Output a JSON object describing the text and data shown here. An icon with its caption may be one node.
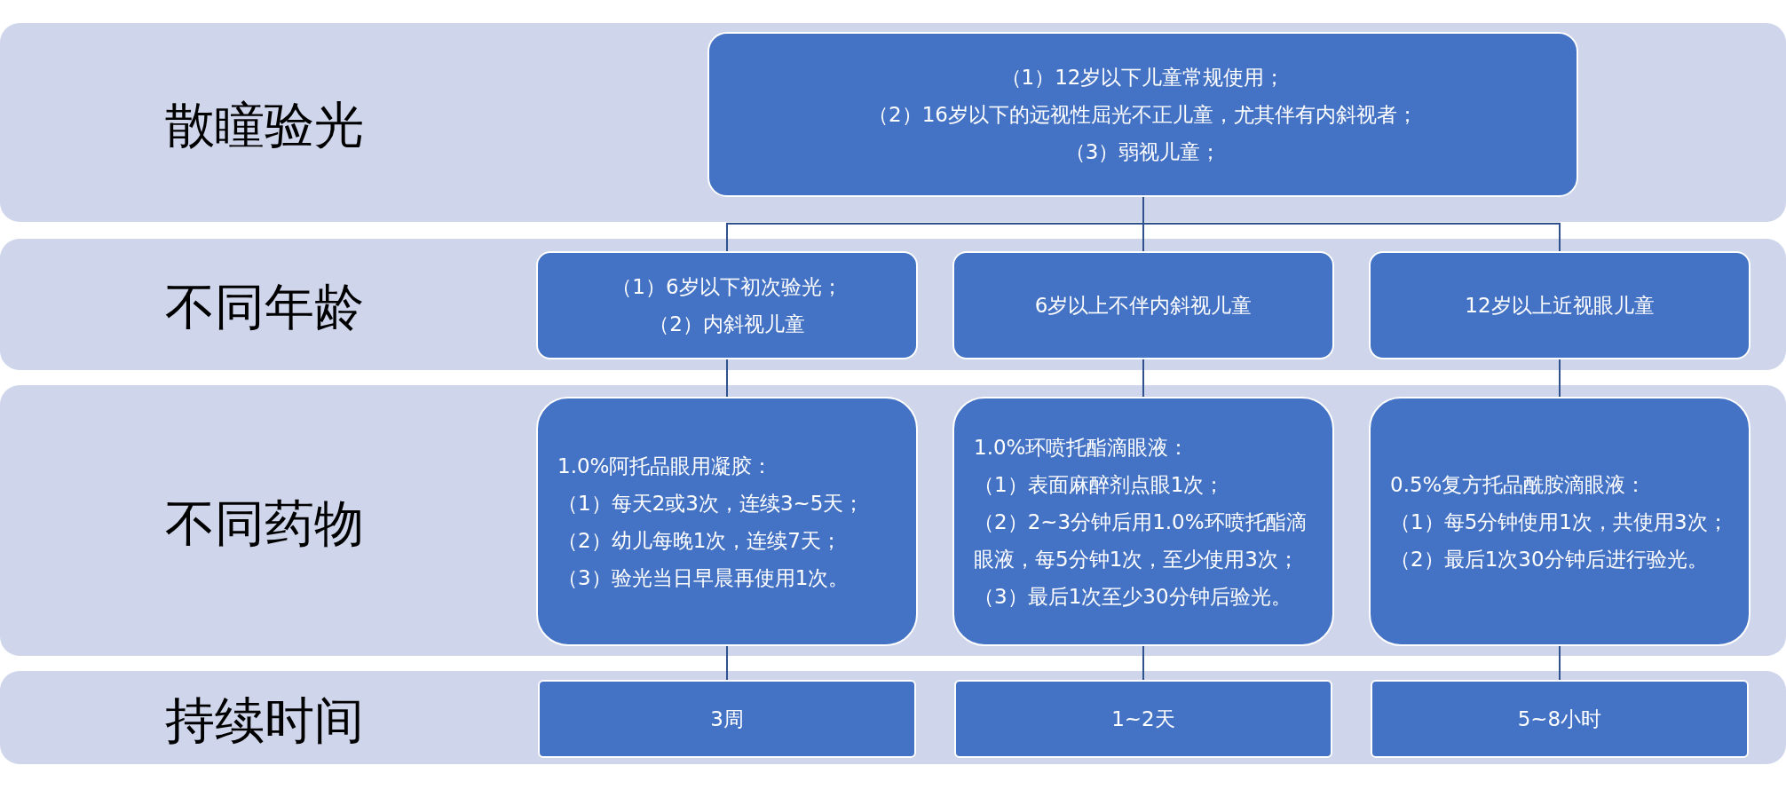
{
  "diagram": {
    "nodes": [
      {
        "text": [
          "散瞳验光"
        ]
      },
      {
        "text": [
          "（1）12岁以下儿童常规使用；",
          "（2）16岁以下的远视性屈光不正儿童，尤其伴有内斜视者；",
          "（3）弱视儿童；"
        ],
        "in": 0
      },
      {
        "text": [
          "不同年龄"
        ]
      },
      {
        "text": [
          "（1）6岁以下初次验光；",
          "（2）内斜视儿童"
        ],
        "in": 2
      },
      {
        "text": [
          "6岁以上不伴内斜视儿童"
        ],
        "in": 2
      },
      {
        "text": [
          "12岁以上近视眼儿童"
        ],
        "in": 2
      },
      {
        "text": [
          "不同药物"
        ]
      },
      {
        "text": [
          "1.0%阿托品眼用凝胶：",
          "（1）每天2或3次，连续3~5天；",
          "（2）幼儿每晚1次，连续7天；",
          "（3）验光当日早晨再使用1次。"
        ],
        "in": 6
      },
      {
        "text": [
          "1.0%环喷托酯滴眼液：",
          "（1）表面麻醉剂点眼1次；",
          "（2）2~3分钟后用1.0%环喷托酯滴眼液，每5分钟1次，至少使用3次；",
          "（3）最后1次至少30分钟后验光。"
        ],
        "in": 6
      },
      {
        "text": [
          "0.5%复方托品酰胺滴眼液：",
          "（1）每5分钟使用1次，共使用3次；",
          "（2）最后1次30分钟后进行验光。"
        ],
        "in": 6
      },
      {
        "text": [
          "持续时间"
        ]
      },
      {
        "text": [
          "3周"
        ],
        "in": 10
      },
      {
        "text": [
          "1~2天"
        ],
        "in": 10
      },
      {
        "text": [
          "5~8小时"
        ],
        "in": 10
      }
    ],
    "edges": [
      {
        "from": 1,
        "to": 3,
        "arrow": "none"
      },
      {
        "from": 1,
        "to": 4,
        "arrow": "none"
      },
      {
        "from": 1,
        "to": 5,
        "arrow": "none"
      },
      {
        "from": 3,
        "to": 7,
        "arrow": "none"
      },
      {
        "from": 4,
        "to": 8,
        "arrow": "none"
      },
      {
        "from": 5,
        "to": 9,
        "arrow": "none"
      },
      {
        "from": 7,
        "to": 11,
        "arrow": "none"
      },
      {
        "from": 8,
        "to": 12,
        "arrow": "none"
      },
      {
        "from": 9,
        "to": 13,
        "arrow": "none"
      }
    ]
  }
}
